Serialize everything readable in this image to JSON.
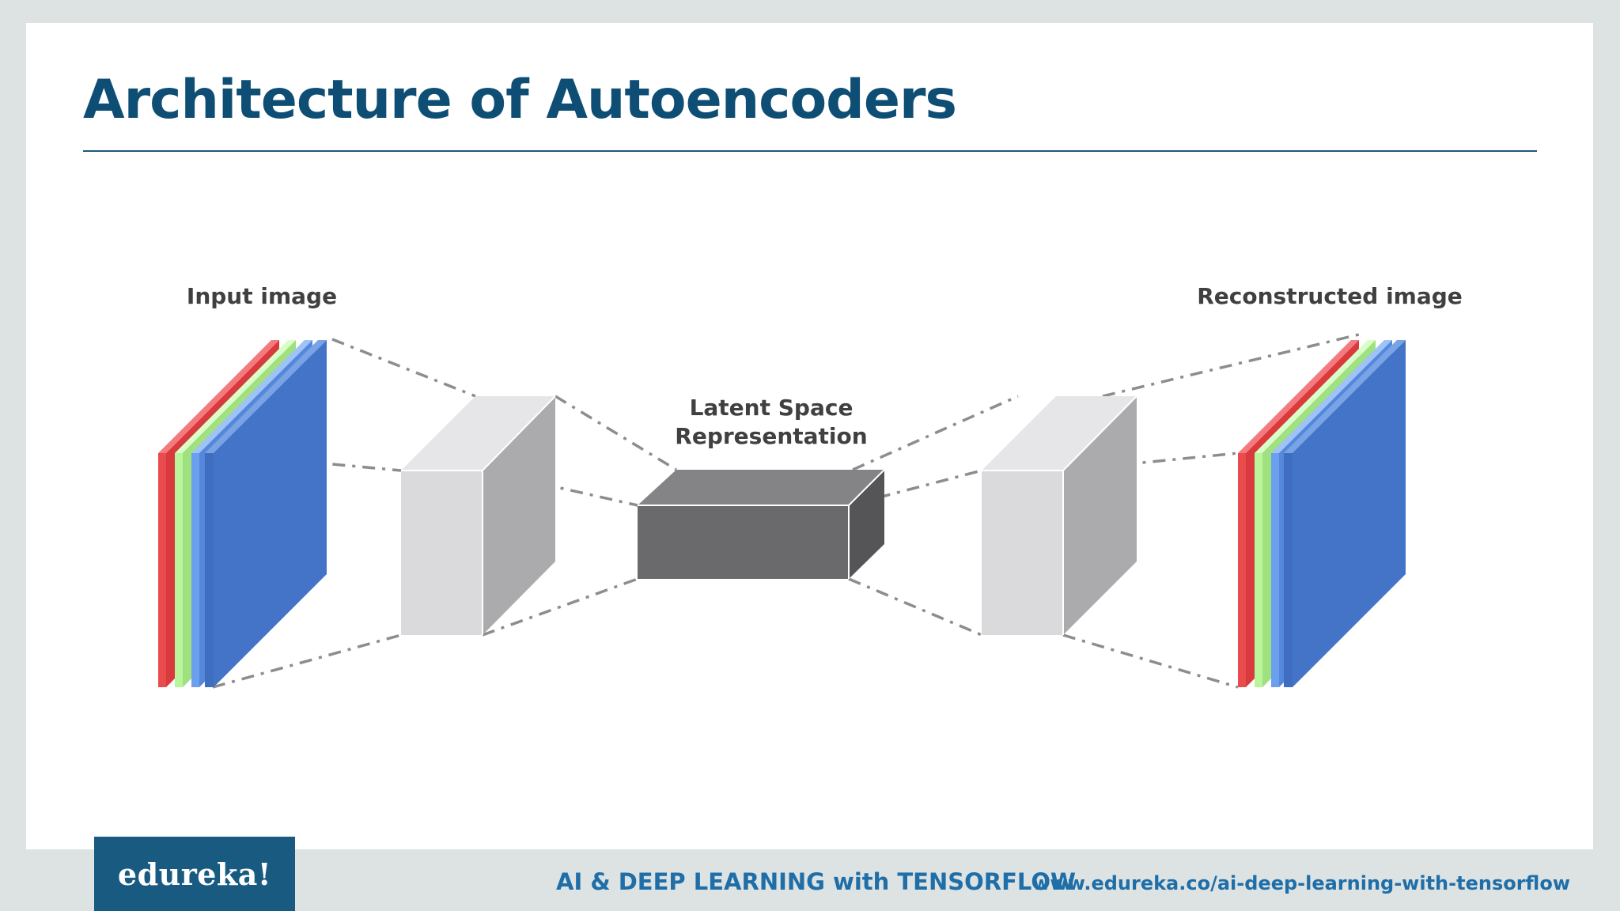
{
  "slide": {
    "title": "Architecture of Autoencoders"
  },
  "diagram": {
    "input_label": "Input image",
    "latent_label_line1": "Latent Space",
    "latent_label_line2": "Representation",
    "output_label": "Reconstructed image",
    "channel_colors": [
      "#ea4b4f",
      "#b8f59b",
      "#6aa0ee",
      "#4374c7"
    ],
    "block_colors": {
      "encoder_front": "#dadadd",
      "encoder_side": "#ababad",
      "encoder_top": "#e6e6e8",
      "latent_front": "#6a6a6c",
      "latent_side": "#555557",
      "latent_top": "#848486"
    }
  },
  "footer": {
    "logo": "edureka!",
    "course": "AI & DEEP LEARNING with TENSORFLOW",
    "url": "www.edureka.co/ai-deep-learning-with-tensorflow"
  }
}
